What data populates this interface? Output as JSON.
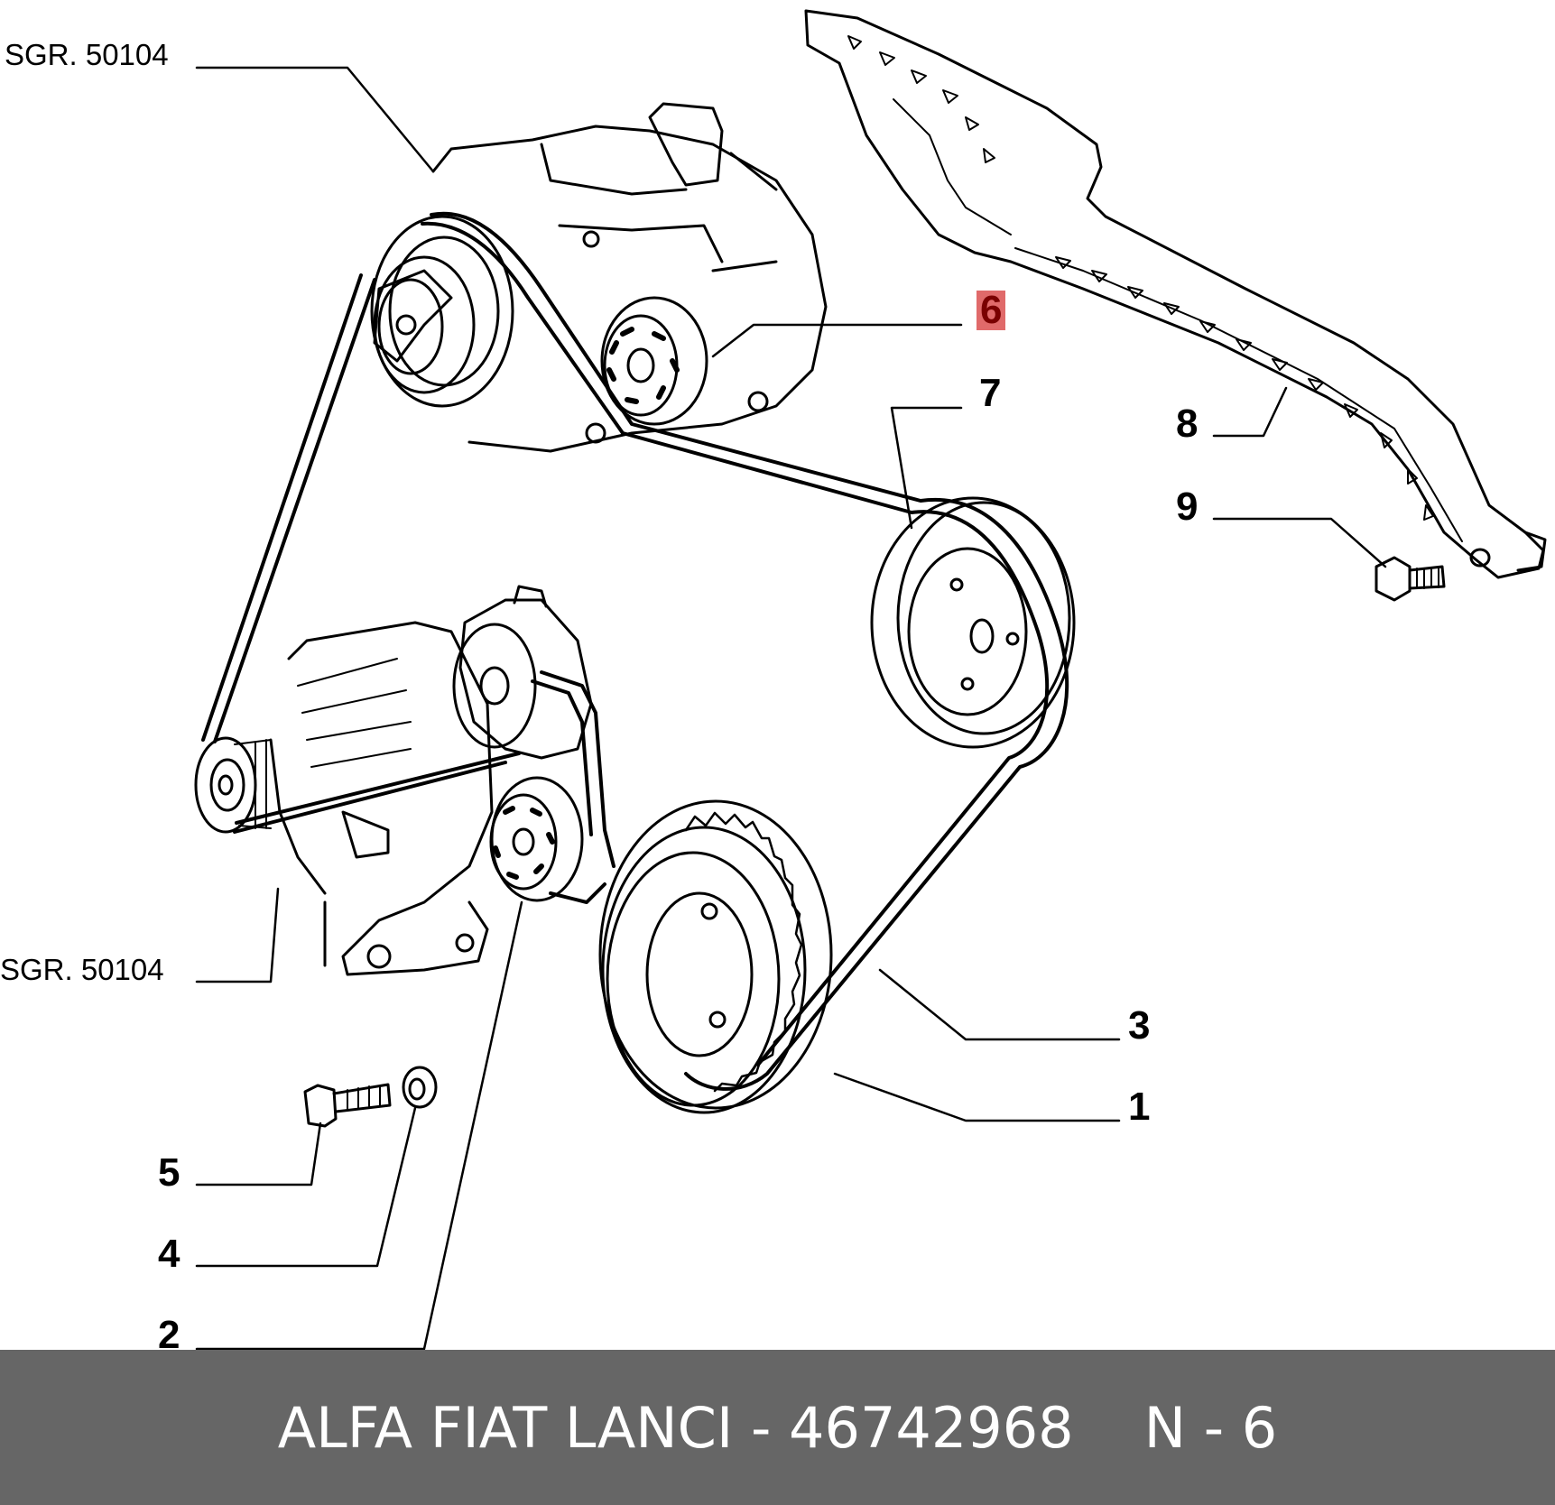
{
  "callouts": {
    "sgr_top": "SGR. 50104",
    "sgr_bottom": "SGR. 50104",
    "n1": "1",
    "n2": "2",
    "n3": "3",
    "n4": "4",
    "n5": "5",
    "n6": "6",
    "n7": "7",
    "n8": "8",
    "n9": "9"
  },
  "highlight_color": "#e06a6a",
  "footer": {
    "brand": "ALFA FIAT LANCI",
    "separator": " - ",
    "part_number": "46742968",
    "position": "N - 6",
    "background": "#666666"
  }
}
